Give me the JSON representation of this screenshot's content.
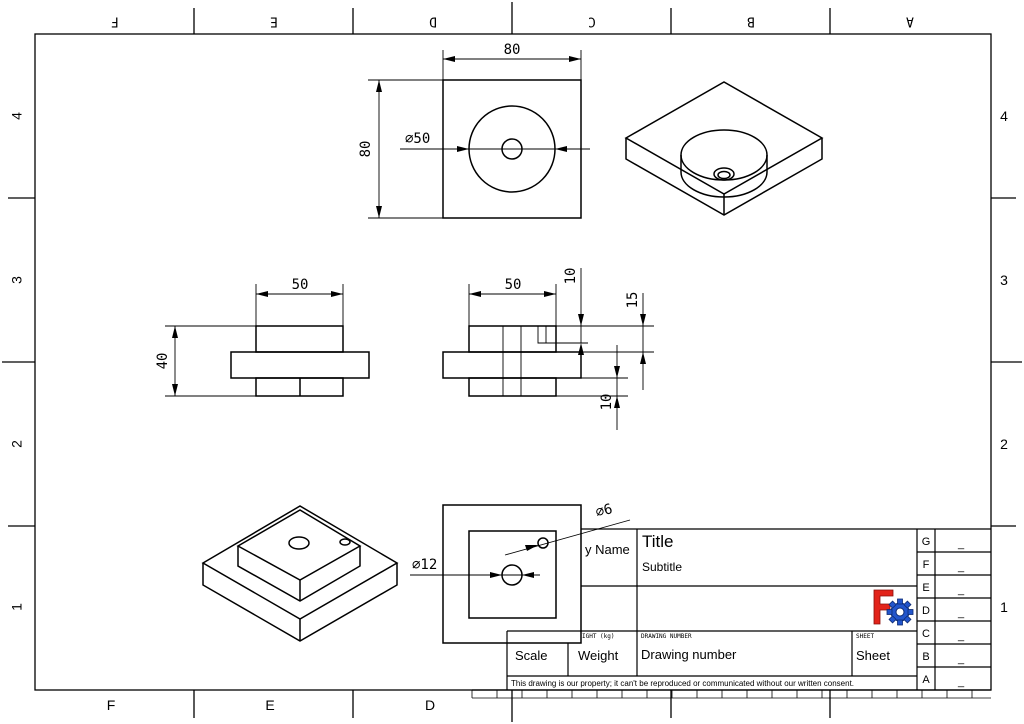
{
  "frame": {
    "col_letters": [
      "F",
      "E",
      "D",
      "C",
      "B",
      "A"
    ],
    "row_numbers": [
      "4",
      "3",
      "2",
      "1"
    ]
  },
  "dimensions": {
    "top_width": "80",
    "top_height": "80",
    "top_diameter": "⌀50",
    "front_width": "50",
    "front_height": "40",
    "right_width": "50",
    "right_dim_10_top": "10",
    "right_dim_15": "15",
    "right_dim_10_bottom": "10",
    "bottom_small_hole": "⌀6",
    "bottom_center_hole": "⌀12"
  },
  "title_block": {
    "author_fragment": "y Name",
    "title": "Title",
    "subtitle": "Subtitle",
    "weight_header_fragment": "IGHT (kg)",
    "drawing_number_header": "DRAWING NUMBER",
    "sheet_header": "SHEET",
    "scale_label": "Scale",
    "weight_label": "Weight",
    "drawing_number": "Drawing number",
    "sheet_label": "Sheet",
    "consent_text": "This drawing is our property; it can't be reproduced or communicated without our written consent.",
    "revision_letters": [
      "G",
      "F",
      "E",
      "D",
      "C",
      "B",
      "A"
    ],
    "revision_values": [
      "_",
      "_",
      "_",
      "_",
      "_",
      "_",
      "_"
    ]
  },
  "colors": {
    "line": "#000000",
    "logo_red": "#e2231a",
    "logo_blue": "#2255cc"
  }
}
